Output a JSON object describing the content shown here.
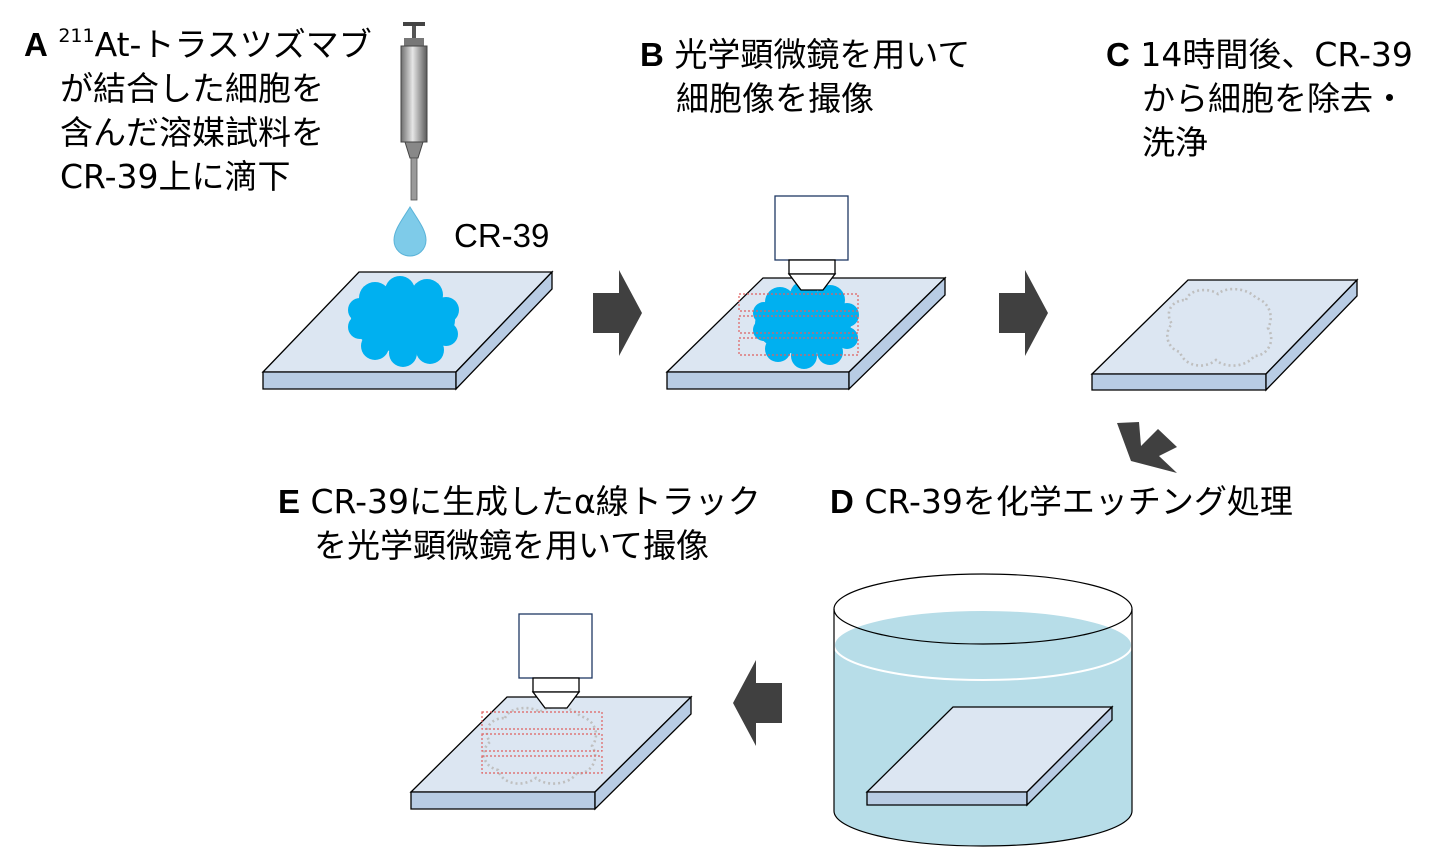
{
  "colors": {
    "slab_top": "#dce6f2",
    "slab_front": "#b8cce4",
    "slab_edge": "#000000",
    "drop": "#00b0f0",
    "cells": "#00b0f0",
    "arrow": "#404040",
    "scan_box": "#e06060",
    "tracks": "#bfbfbf",
    "bath_liquid": "#b7dde8",
    "objective_edge": "#1f3864"
  },
  "steps": {
    "a": {
      "letter": "A",
      "line1_sup": "211",
      "line1_rest": "At-トラスツズマブ",
      "line2": "が結合した細胞を",
      "line3": "含んだ溶媒試料を",
      "line4": "CR-39上に滴下"
    },
    "cr39_label": "CR-39",
    "b": {
      "letter": "B",
      "line1": "光学顕微鏡を用いて",
      "line2": "細胞像を撮像"
    },
    "c": {
      "letter": "C",
      "line1": "14時間後、CR-39",
      "line2": "から細胞を除去・",
      "line3": "洗浄"
    },
    "d": {
      "letter": "D",
      "line1": "CR-39を化学エッチング処理"
    },
    "e": {
      "letter": "E",
      "line1": "CR-39に生成したα線トラック",
      "line2": "を光学顕微鏡を用いて撮像"
    }
  },
  "icons": [
    "pipette-icon",
    "droplet-icon",
    "microscope-objective-icon",
    "etching-bath-icon",
    "arrow-right-icon",
    "arrow-down-left-icon",
    "arrow-left-icon"
  ]
}
